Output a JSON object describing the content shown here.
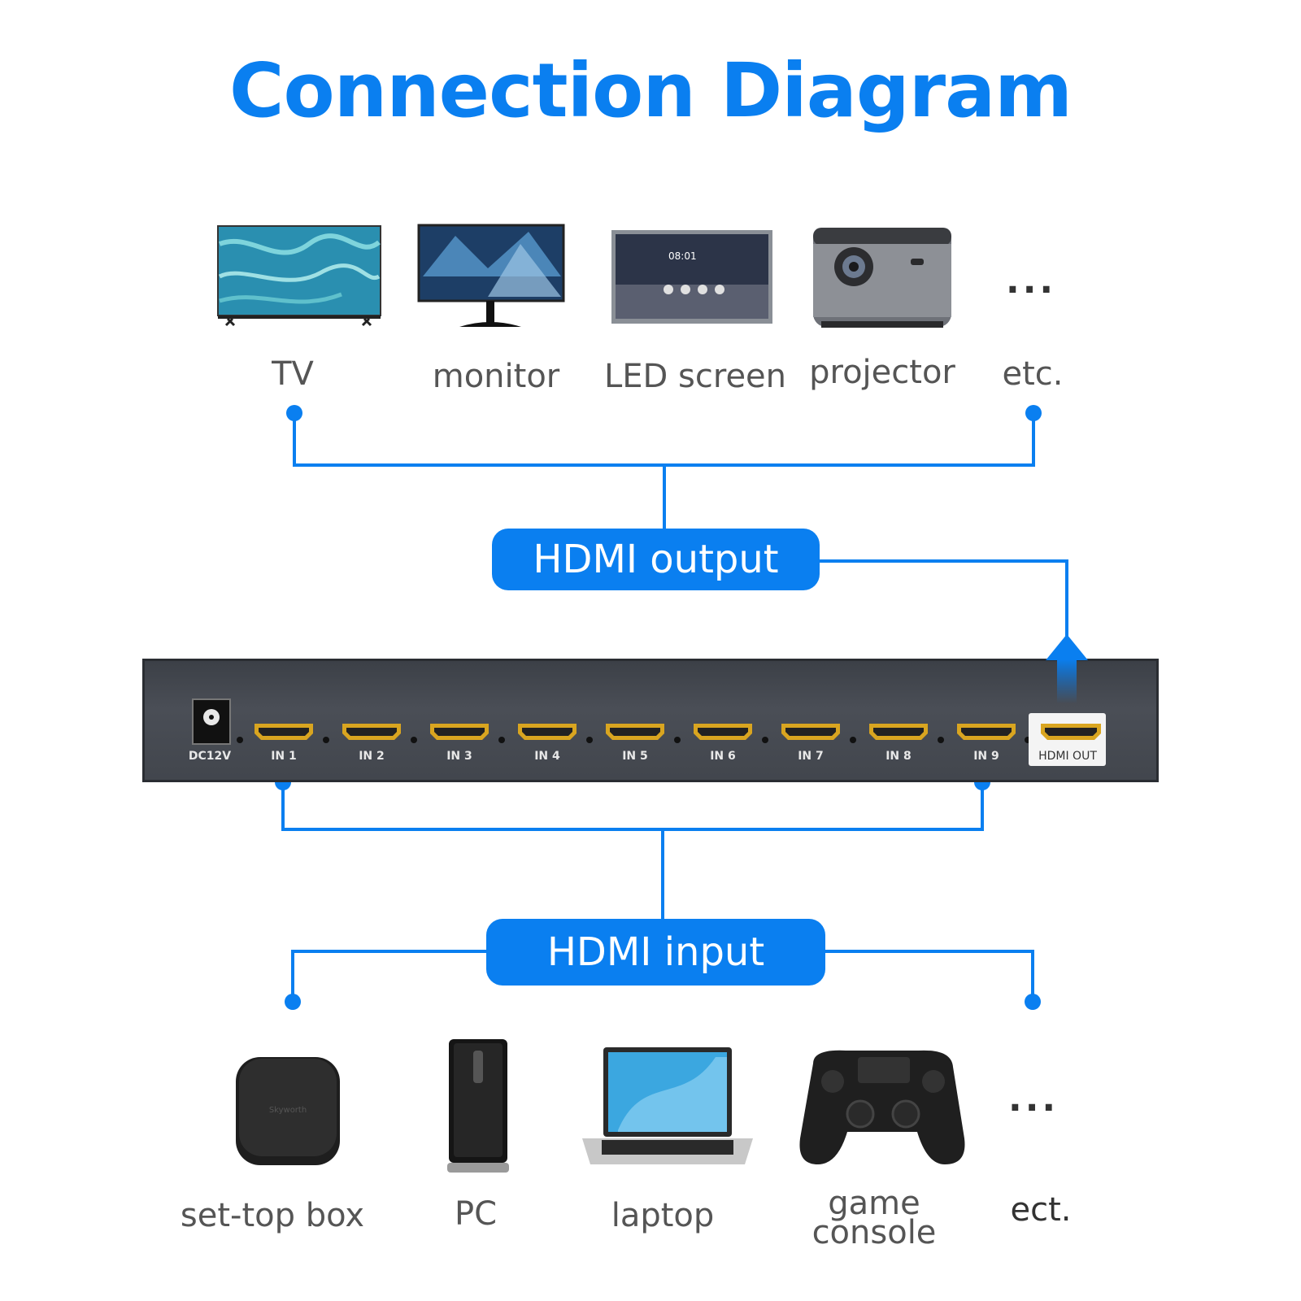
{
  "title": "Connection Diagram",
  "outputs": {
    "pill_label": "HDMI output",
    "devices": [
      {
        "icon": "tv-icon",
        "label": "TV"
      },
      {
        "icon": "monitor-icon",
        "label": "monitor"
      },
      {
        "icon": "led-screen-icon",
        "label": "LED screen",
        "screen_text": "08:01"
      },
      {
        "icon": "projector-icon",
        "label": "projector"
      },
      {
        "icon": "ellipsis-icon",
        "label": "etc.",
        "glyph": "..."
      }
    ]
  },
  "switch": {
    "power_label": "DC12V",
    "ports": [
      "IN 1",
      "IN 2",
      "IN 3",
      "IN 4",
      "IN 5",
      "IN 6",
      "IN 7",
      "IN 8",
      "IN 9"
    ],
    "out_label": "HDMI OUT"
  },
  "inputs": {
    "pill_label": "HDMI input",
    "devices": [
      {
        "icon": "set-top-box-icon",
        "label": "set-top box",
        "brand": "Skyworth"
      },
      {
        "icon": "pc-icon",
        "label": "PC"
      },
      {
        "icon": "laptop-icon",
        "label": "laptop"
      },
      {
        "icon": "game-console-icon",
        "label_line1": "game",
        "label_line2": "console"
      },
      {
        "icon": "ellipsis-icon",
        "label": "ect.",
        "glyph": "..."
      }
    ]
  },
  "colors": {
    "accent": "#0a7ff0",
    "label_text": "#555555",
    "device_body": "#464a51",
    "port_gold": "#d9a520"
  }
}
